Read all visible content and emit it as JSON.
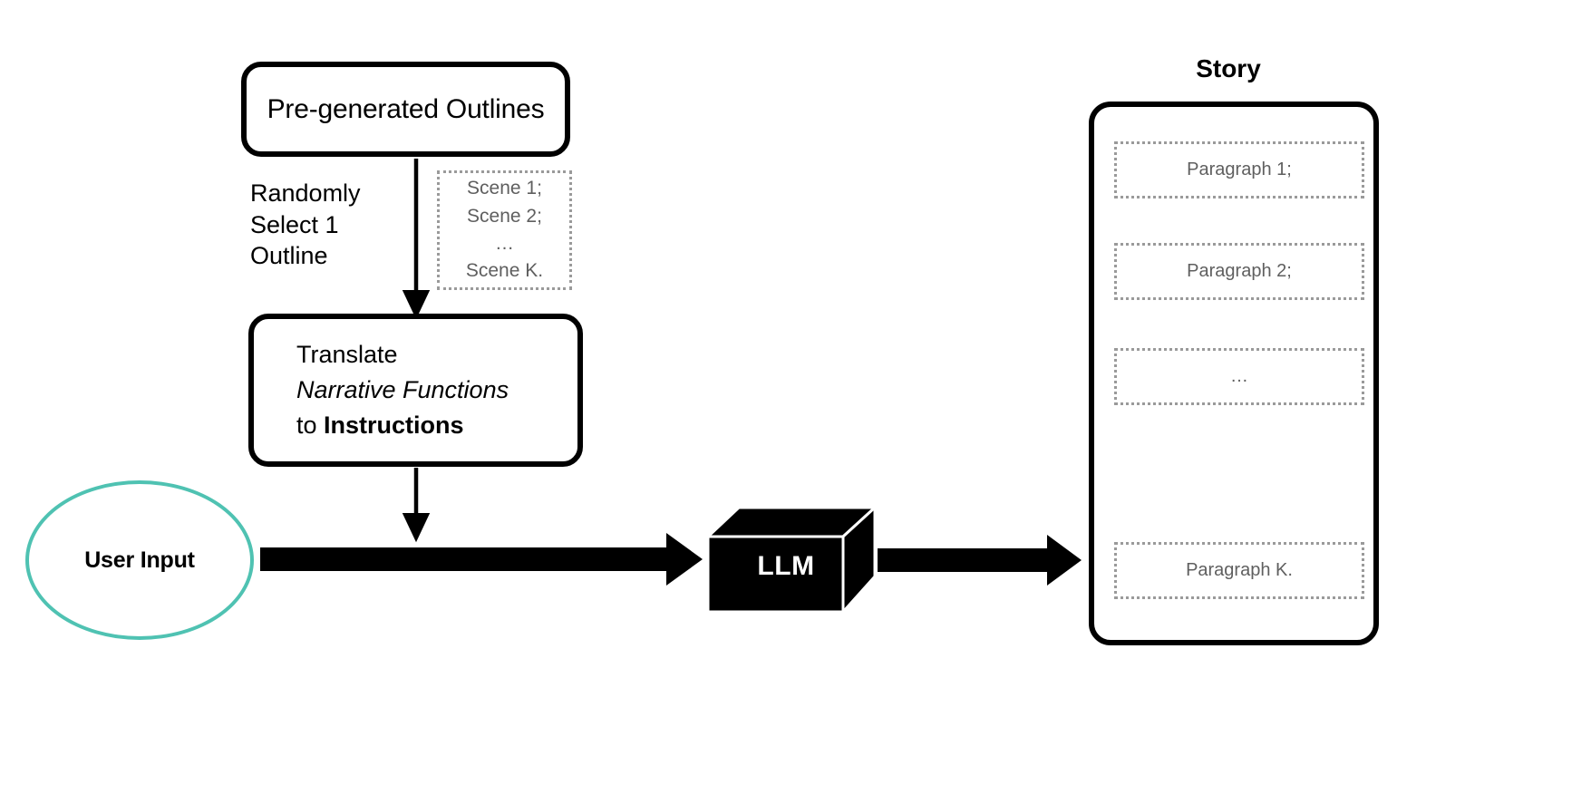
{
  "diagram": {
    "title_visible": false,
    "colors": {
      "stroke": "#000000",
      "accent_teal": "#4FC2B2",
      "dotted_gray": "#9A9A9A",
      "muted_text": "#5F5F5F",
      "background": "#FFFFFF"
    }
  },
  "outlines_box": {
    "label": "Pre-generated Outlines"
  },
  "random_select": {
    "line1": "Randomly",
    "line2": "Select 1",
    "line3": "Outline"
  },
  "scene_list": {
    "items": [
      "Scene 1;",
      "Scene 2;",
      "…",
      "Scene K."
    ]
  },
  "translate_box": {
    "line1": "Translate",
    "line2_italic": "Narrative Functions",
    "line3_prefix": "to ",
    "line3_bold": "Instructions"
  },
  "user_input": {
    "label": "User Input"
  },
  "llm": {
    "label": "LLM"
  },
  "story": {
    "title": "Story",
    "paragraphs": [
      {
        "label": "Paragraph 1;"
      },
      {
        "label": "Paragraph 2;"
      },
      {
        "label": "…"
      },
      {
        "label": "Paragraph K."
      }
    ]
  },
  "arrows": {
    "outlines_to_translate": "thin-down-arrow",
    "translate_to_flow": "thin-down-arrow",
    "user_input_to_llm": "thick-right-arrow",
    "llm_to_story": "thick-right-arrow",
    "para1_to_para2": "thin-down-arrow",
    "para2_to_para3": "thin-down-arrow",
    "para3_to_parak": "thin-down-arrow"
  }
}
